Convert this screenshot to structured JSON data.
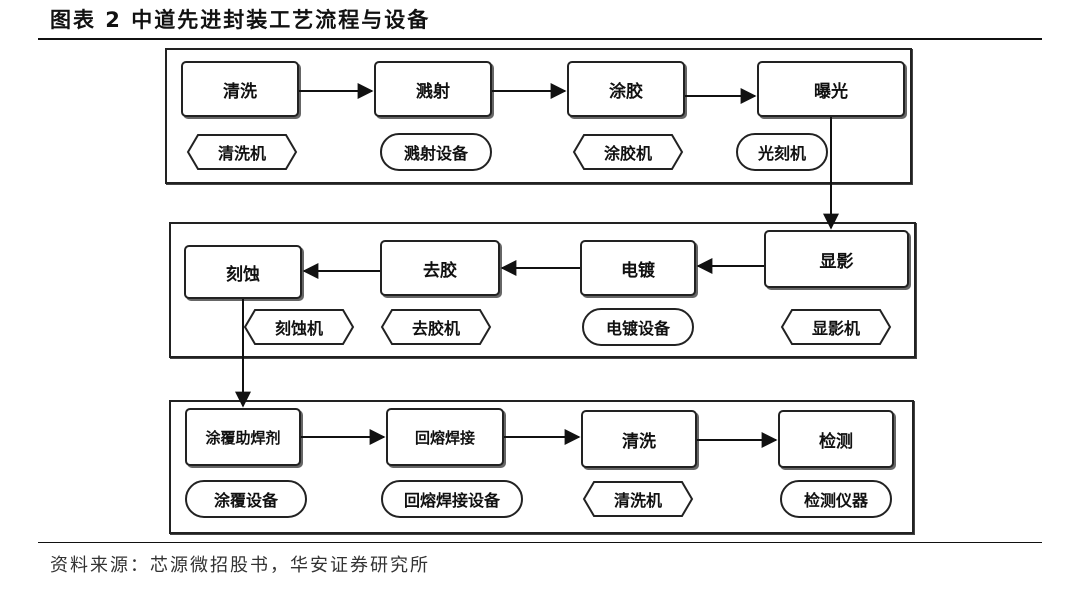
{
  "header": {
    "title": "图表 2 中道先进封装工艺流程与设备"
  },
  "footer": {
    "source": "资料来源：芯源微招股书，华安证券研究所"
  },
  "rows": [
    {
      "steps": [
        "清洗",
        "溅射",
        "涂胶",
        "曝光"
      ],
      "equipment": [
        "清洗机",
        "溅射设备",
        "涂胶机",
        "光刻机"
      ]
    },
    {
      "steps": [
        "刻蚀",
        "去胶",
        "电镀",
        "显影"
      ],
      "equipment": [
        "刻蚀机",
        "去胶机",
        "电镀设备",
        "显影机"
      ]
    },
    {
      "steps": [
        "涂覆助焊剂",
        "回熔焊接",
        "清洗",
        "检测"
      ],
      "equipment": [
        "涂覆设备",
        "回熔焊接设备",
        "清洗机",
        "检测仪器"
      ]
    }
  ]
}
